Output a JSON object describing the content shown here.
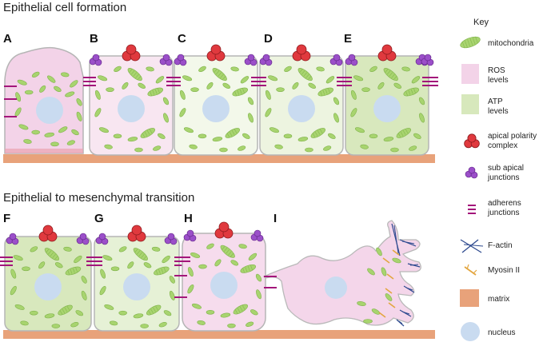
{
  "sections": {
    "top_title": "Epithelial cell formation",
    "bottom_title": "Epithelial to mesenchymal transition"
  },
  "panels": [
    "A",
    "B",
    "C",
    "D",
    "E",
    "F",
    "G",
    "H",
    "I"
  ],
  "key": {
    "title": "Key",
    "items": [
      {
        "id": "mitochondria",
        "lines": [
          "mitochondria"
        ]
      },
      {
        "id": "ros",
        "lines": [
          "ROS",
          "levels"
        ]
      },
      {
        "id": "atp",
        "lines": [
          "ATP",
          "levels"
        ]
      },
      {
        "id": "apical",
        "lines": [
          "apical polarity",
          "complex"
        ]
      },
      {
        "id": "subapical",
        "lines": [
          "sub apical",
          "junctions"
        ]
      },
      {
        "id": "adherens",
        "lines": [
          "adherens",
          "junctions"
        ]
      },
      {
        "id": "factin",
        "lines": [
          "F-actin"
        ]
      },
      {
        "id": "myosin",
        "lines": [
          "Myosin II"
        ]
      },
      {
        "id": "matrix",
        "lines": [
          "matrix"
        ]
      },
      {
        "id": "nucleus",
        "lines": [
          "nucleus"
        ]
      }
    ]
  },
  "colors": {
    "mitochondria": "#a8d46f",
    "mito_stroke": "#7fb24a",
    "ros": "#f3d3e8",
    "atp": "#d7e8bc",
    "apical": "#e0393e",
    "subapical": "#9b4fc9",
    "adherens": "#a3157a",
    "factin": "#2e4a8f",
    "myosin": "#e3a640",
    "matrix": "#e8a27a",
    "nucleus": "#c9dbf0",
    "cell_stroke": "#b5b5b5"
  }
}
